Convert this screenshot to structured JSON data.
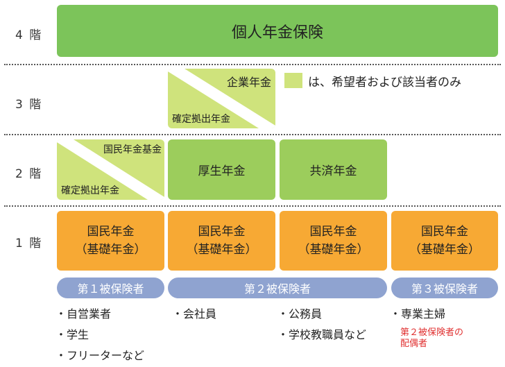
{
  "floors": {
    "f4": "4 階",
    "f3": "3 階",
    "f2": "2 階",
    "f1": "1 階"
  },
  "level4": {
    "label": "個人年金保険"
  },
  "level3": {
    "upper": "企業年金",
    "lower": "確定拠出年金",
    "legend_text": "は、希望者および該当者のみ"
  },
  "level2": {
    "split_upper": "国民年金基金",
    "split_lower": "確定拠出年金",
    "kousei": "厚生年金",
    "kyosai": "共済年金"
  },
  "level1": {
    "line1": "国民年金",
    "line2": "（基礎年金）"
  },
  "categories": {
    "c1": "第１被保険者",
    "c2": "第２被保険者",
    "c3": "第３被保険者"
  },
  "lists": {
    "c1": [
      "・自営業者",
      "・学生",
      "・フリーターなど"
    ],
    "c2a": [
      "・会社員"
    ],
    "c2b": [
      "・公務員",
      "・学校教職員など"
    ],
    "c3": [
      "・専業主婦"
    ]
  },
  "note": {
    "line1": "第２被保険者の",
    "line2": "配偶者"
  },
  "colors": {
    "level4": "#7cc45a",
    "employee": "#9ccd5c",
    "optional": "#cfe37c",
    "basic": "#f7a934",
    "category": "#8fa3d0",
    "note": "#e03030"
  }
}
